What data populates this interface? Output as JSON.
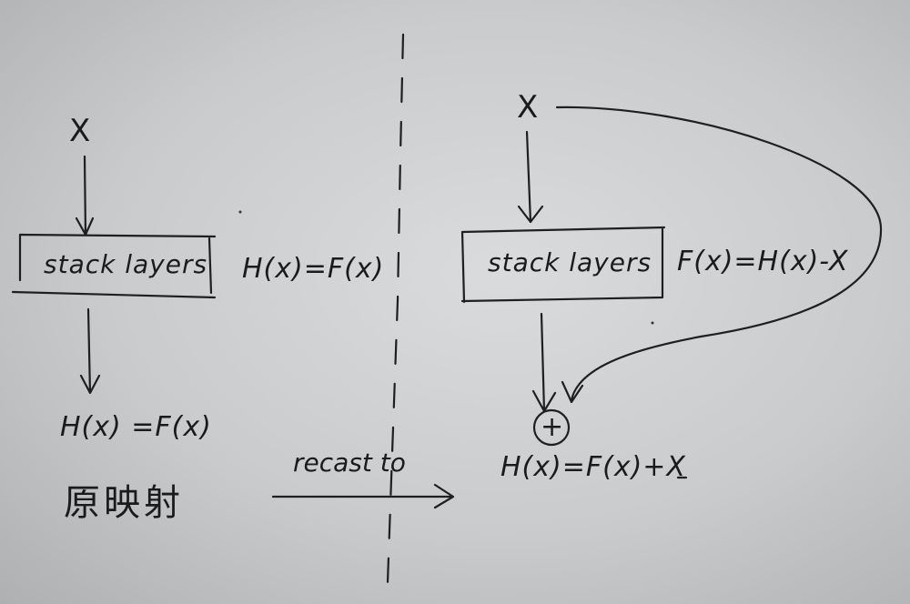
{
  "left": {
    "input": "X",
    "box_label": "stack layers",
    "equation_right": "H(x)=F(x)",
    "equation_below": "H(x) =F(x)",
    "caption_cn": "原映射"
  },
  "middle": {
    "arrow_label": "recast to"
  },
  "right": {
    "input": "X",
    "box_label": "stack layers",
    "equation_right": "F(x)=H(x)-X",
    "add_symbol": "+",
    "equation_below": "H(x)=F(x)+X"
  }
}
